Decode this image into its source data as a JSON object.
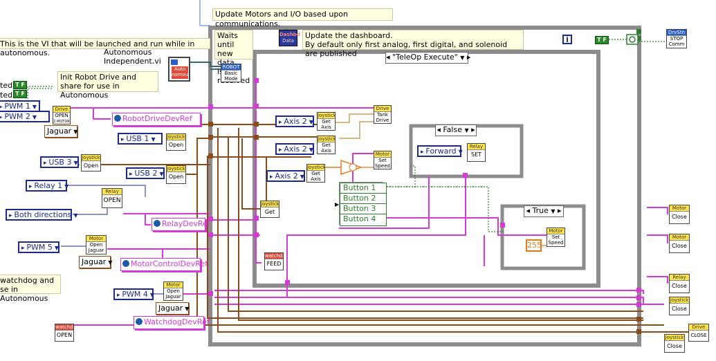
{
  "comments": {
    "update_motors": "Update Motors and I/O based upon communications.",
    "vi_launched": "This is the VI that will be launched and run while in autonomous.",
    "autonomous_vi_name": "Autonomous Independent.vi",
    "init_drive_line1": "Init Robot Drive and",
    "init_drive_line2": "share for use in Autonomous",
    "waits_line1": "Waits until",
    "waits_line2": "new data",
    "waits_line3": "is received",
    "dashboard_line1": "Update the dashboard.",
    "dashboard_line2": "By default only first analog, first digital, and solenoid are published",
    "watchdog_line1": "watchdog and",
    "watchdog_line2": "se in Autonomous"
  },
  "left_edge": {
    "line1": "ted",
    "line2": "ted"
  },
  "controls": {
    "pwm1": "PWM 1",
    "pwm2": "PWM 2",
    "pwm5": "PWM 5",
    "pwm4": "PWM 4",
    "usb1": "USB 1",
    "usb2": "USB 2",
    "usb3": "USB 3",
    "relay1": "Relay 1",
    "both_directions": "Both directions",
    "jaguar1": "Jaguar",
    "jaguar2": "Jaguar",
    "jaguar3": "Jaguar",
    "axis2_a": "Axis 2",
    "axis2_b": "Axis 2",
    "axis2_c": "Axis 2",
    "forward": "Forward",
    "const_255": "255",
    "dashboard_icon_line1": "Dashbd",
    "dashboard_icon_line2": "Data",
    "info_icon": "i"
  },
  "refs": {
    "robotdrive": "RobotDriveDevRef",
    "relay": "RelayDevRef",
    "motorcontrol": "MotorControlDevRef",
    "watchdog": "WatchdogDevRef"
  },
  "case": {
    "main_selector": "\"TeleOp Execute\"",
    "false_selector": "False",
    "true_selector": "True"
  },
  "buttons": [
    "Button 1",
    "Button 2",
    "Button 3",
    "Button 4"
  ],
  "subvis": {
    "drive_open": {
      "bar": "Drive",
      "l1": "OPEN",
      "l2": "2 MOTOR"
    },
    "relay_open": {
      "bar": "Relay",
      "l1": "OPEN",
      "l2": ""
    },
    "motor_open_a": {
      "bar": "Motor",
      "l1": "Open",
      "l2": "Jaguar"
    },
    "motor_open_b": {
      "bar": "Motor",
      "l1": "Open",
      "l2": "Jaguar"
    },
    "watchdog_open": {
      "bar": "watchdo",
      "l1": "OPEN",
      "l2": ""
    },
    "joy_open_1": {
      "bar": "Joystick",
      "l1": "Open",
      "l2": ""
    },
    "joy_open_2": {
      "bar": "Joystick",
      "l1": "Open",
      "l2": ""
    },
    "joy_open_3": {
      "bar": "Joystick",
      "l1": "Open",
      "l2": ""
    },
    "robot_mode": {
      "bar": "ROBOT",
      "l1": "Basic",
      "l2": "Mode"
    },
    "auto_vi": {
      "bar": "",
      "l1": "Auto",
      "l2": "nomous"
    },
    "tank_drive": {
      "bar": "Drive",
      "l1": "Tank",
      "l2": "Drive"
    },
    "get_axis_1": {
      "bar": "Joystick",
      "l1": "Get",
      "l2": "Axis"
    },
    "get_axis_2": {
      "bar": "Joystick",
      "l1": "Get",
      "l2": "Axis"
    },
    "get_axis_3": {
      "bar": "Joystick",
      "l1": "Get",
      "l2": "Axis"
    },
    "motor_set_1": {
      "bar": "Motor",
      "l1": "Set",
      "l2": "Speed"
    },
    "motor_set_2": {
      "bar": "Motor",
      "l1": "Set",
      "l2": "Speed"
    },
    "joy_get": {
      "bar": "Joystick",
      "l1": "Get",
      "l2": ""
    },
    "relay_set": {
      "bar": "Relay",
      "l1": "SET",
      "l2": ""
    },
    "watchdog_feed": {
      "bar": "watchdo",
      "l1": "FEED",
      "l2": ""
    },
    "drvstn_stop": {
      "bar": "DrvStn",
      "l1": "STOP",
      "l2": "Comm"
    },
    "close_motor1": {
      "bar": "Motor",
      "l1": "Close",
      "l2": ""
    },
    "close_motor2": {
      "bar": "Motor",
      "l1": "Close",
      "l2": ""
    },
    "close_relay": {
      "bar": "Relay",
      "l1": "Close",
      "l2": ""
    },
    "close_joy1": {
      "bar": "Joystick",
      "l1": "Close",
      "l2": ""
    },
    "close_drive": {
      "bar": "Drive",
      "l1": "CLOSE",
      "l2": ""
    },
    "close_joy2": {
      "bar": "Joystick",
      "l1": "Close",
      "l2": ""
    }
  },
  "colors": {
    "refnum_wire": "#d63ad6",
    "joystick_wire": "#8a4a1a",
    "error_wire": "#c8a060",
    "numeric_wire": "#e07c1a",
    "enum_blue": "#1b2a8c",
    "boolean_green": "#2f7d2f"
  }
}
